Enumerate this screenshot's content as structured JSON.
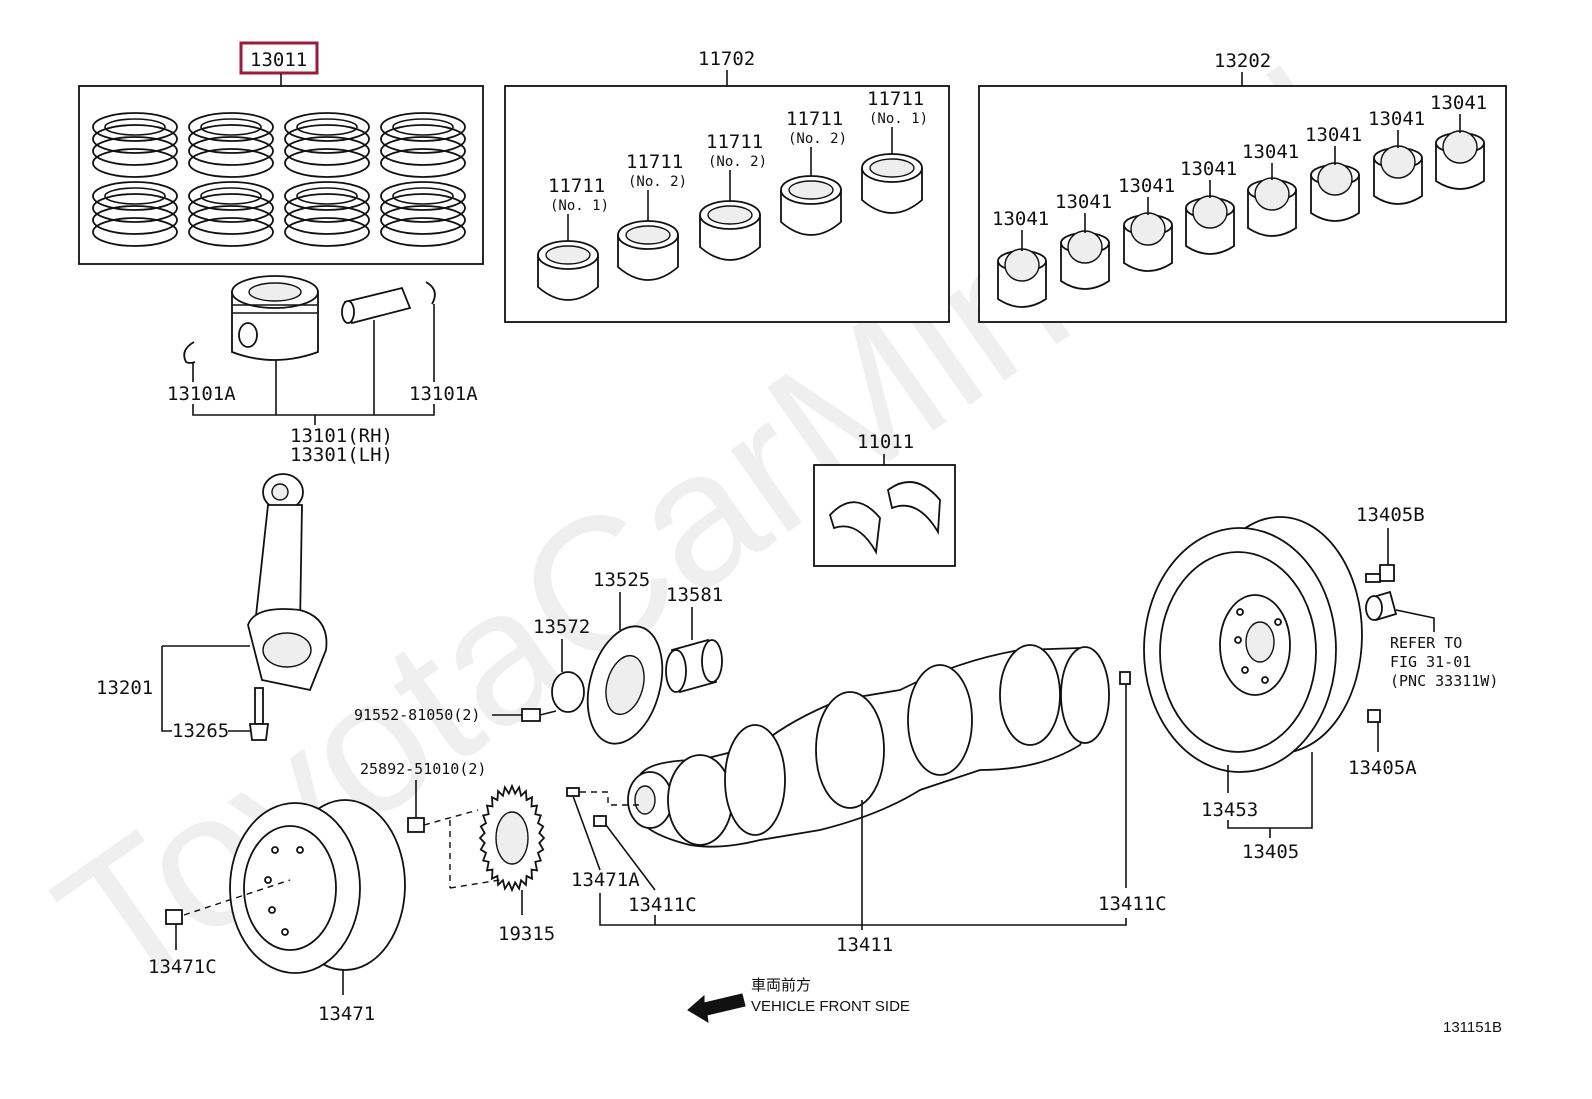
{
  "watermark": "ToyotaCarMine.ru",
  "figure_code": "131151B",
  "direction": {
    "jp": "車両前方",
    "en": "VEHICLE FRONT SIDE"
  },
  "groups": {
    "rings": "13011",
    "main_bearings": "11702",
    "rod_bearings": "13202",
    "thrust": "11011"
  },
  "bearing_labels": [
    {
      "num": "11711",
      "sub": "(No. 1)"
    },
    {
      "num": "11711",
      "sub": "(No. 2)"
    },
    {
      "num": "11711",
      "sub": "(No. 2)"
    },
    {
      "num": "11711",
      "sub": "(No. 2)"
    },
    {
      "num": "11711",
      "sub": "(No. 1)"
    }
  ],
  "rod_bearing_labels": [
    "13041",
    "13041",
    "13041",
    "13041",
    "13041",
    "13041",
    "13041",
    "13041"
  ],
  "parts": {
    "snap_ring_left": "13101A",
    "snap_ring_right": "13101A",
    "piston_rh": "13101(RH)",
    "piston_lh": "13301(LH)",
    "conrod": "13201",
    "conrod_bolt": "13265",
    "gear_13525": "13525",
    "bush_13581": "13581",
    "plate_13572": "13572",
    "bolt_91552": "91552-81050(2)",
    "bolt_25892": "25892-51010(2)",
    "pulley": "13471",
    "pulley_bolt": "13471C",
    "sprocket": "19315",
    "pin_13471a": "13471A",
    "pin_13411c_left": "13411C",
    "pin_13411c_right": "13411C",
    "crankshaft": "13411",
    "flywheel_bolt": "13405B",
    "flywheel_pin": "13405A",
    "flywheel_gear": "13453",
    "flywheel": "13405"
  },
  "refer": {
    "line1": "REFER TO",
    "line2": "FIG 31-01",
    "line3": "(PNC 33311W)"
  },
  "colors": {
    "highlight": "#9b1b3a",
    "ink": "#111111"
  }
}
